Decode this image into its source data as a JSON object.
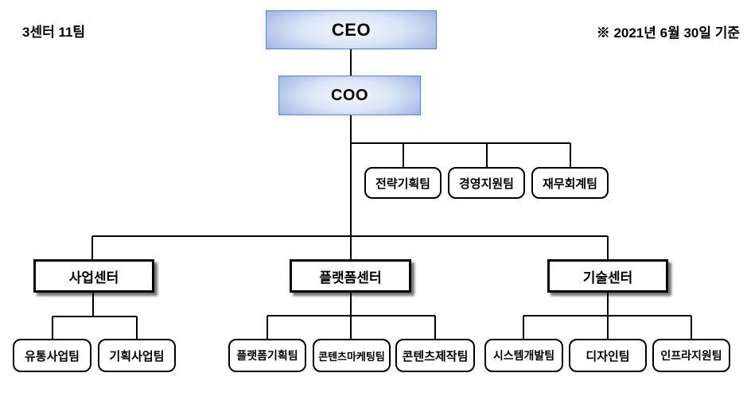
{
  "annotations": {
    "summary": "3센터 11팀",
    "as_of": "※ 2021년 6월 30일 기준"
  },
  "org": {
    "ceo": "CEO",
    "coo": "COO",
    "staff_teams": [
      "전략기획팀",
      "경영지원팀",
      "재무회계팀"
    ],
    "centers": [
      {
        "name": "사업센터",
        "teams": [
          "유통사업팀",
          "기획사업팀"
        ]
      },
      {
        "name": "플랫폼센터",
        "teams": [
          "플랫폼기획팀",
          "콘텐츠마케팅팀",
          "콘텐츠제작팀"
        ]
      },
      {
        "name": "기술센터",
        "teams": [
          "시스템개발팀",
          "디자인팀",
          "인프라지원팀"
        ]
      }
    ]
  },
  "colors": {
    "exec_gradient_dark": "#4a72c7",
    "exec_gradient_light": "#f2f6fd",
    "box_border": "#000000",
    "connector_line": "#000000",
    "background": "#ffffff"
  }
}
